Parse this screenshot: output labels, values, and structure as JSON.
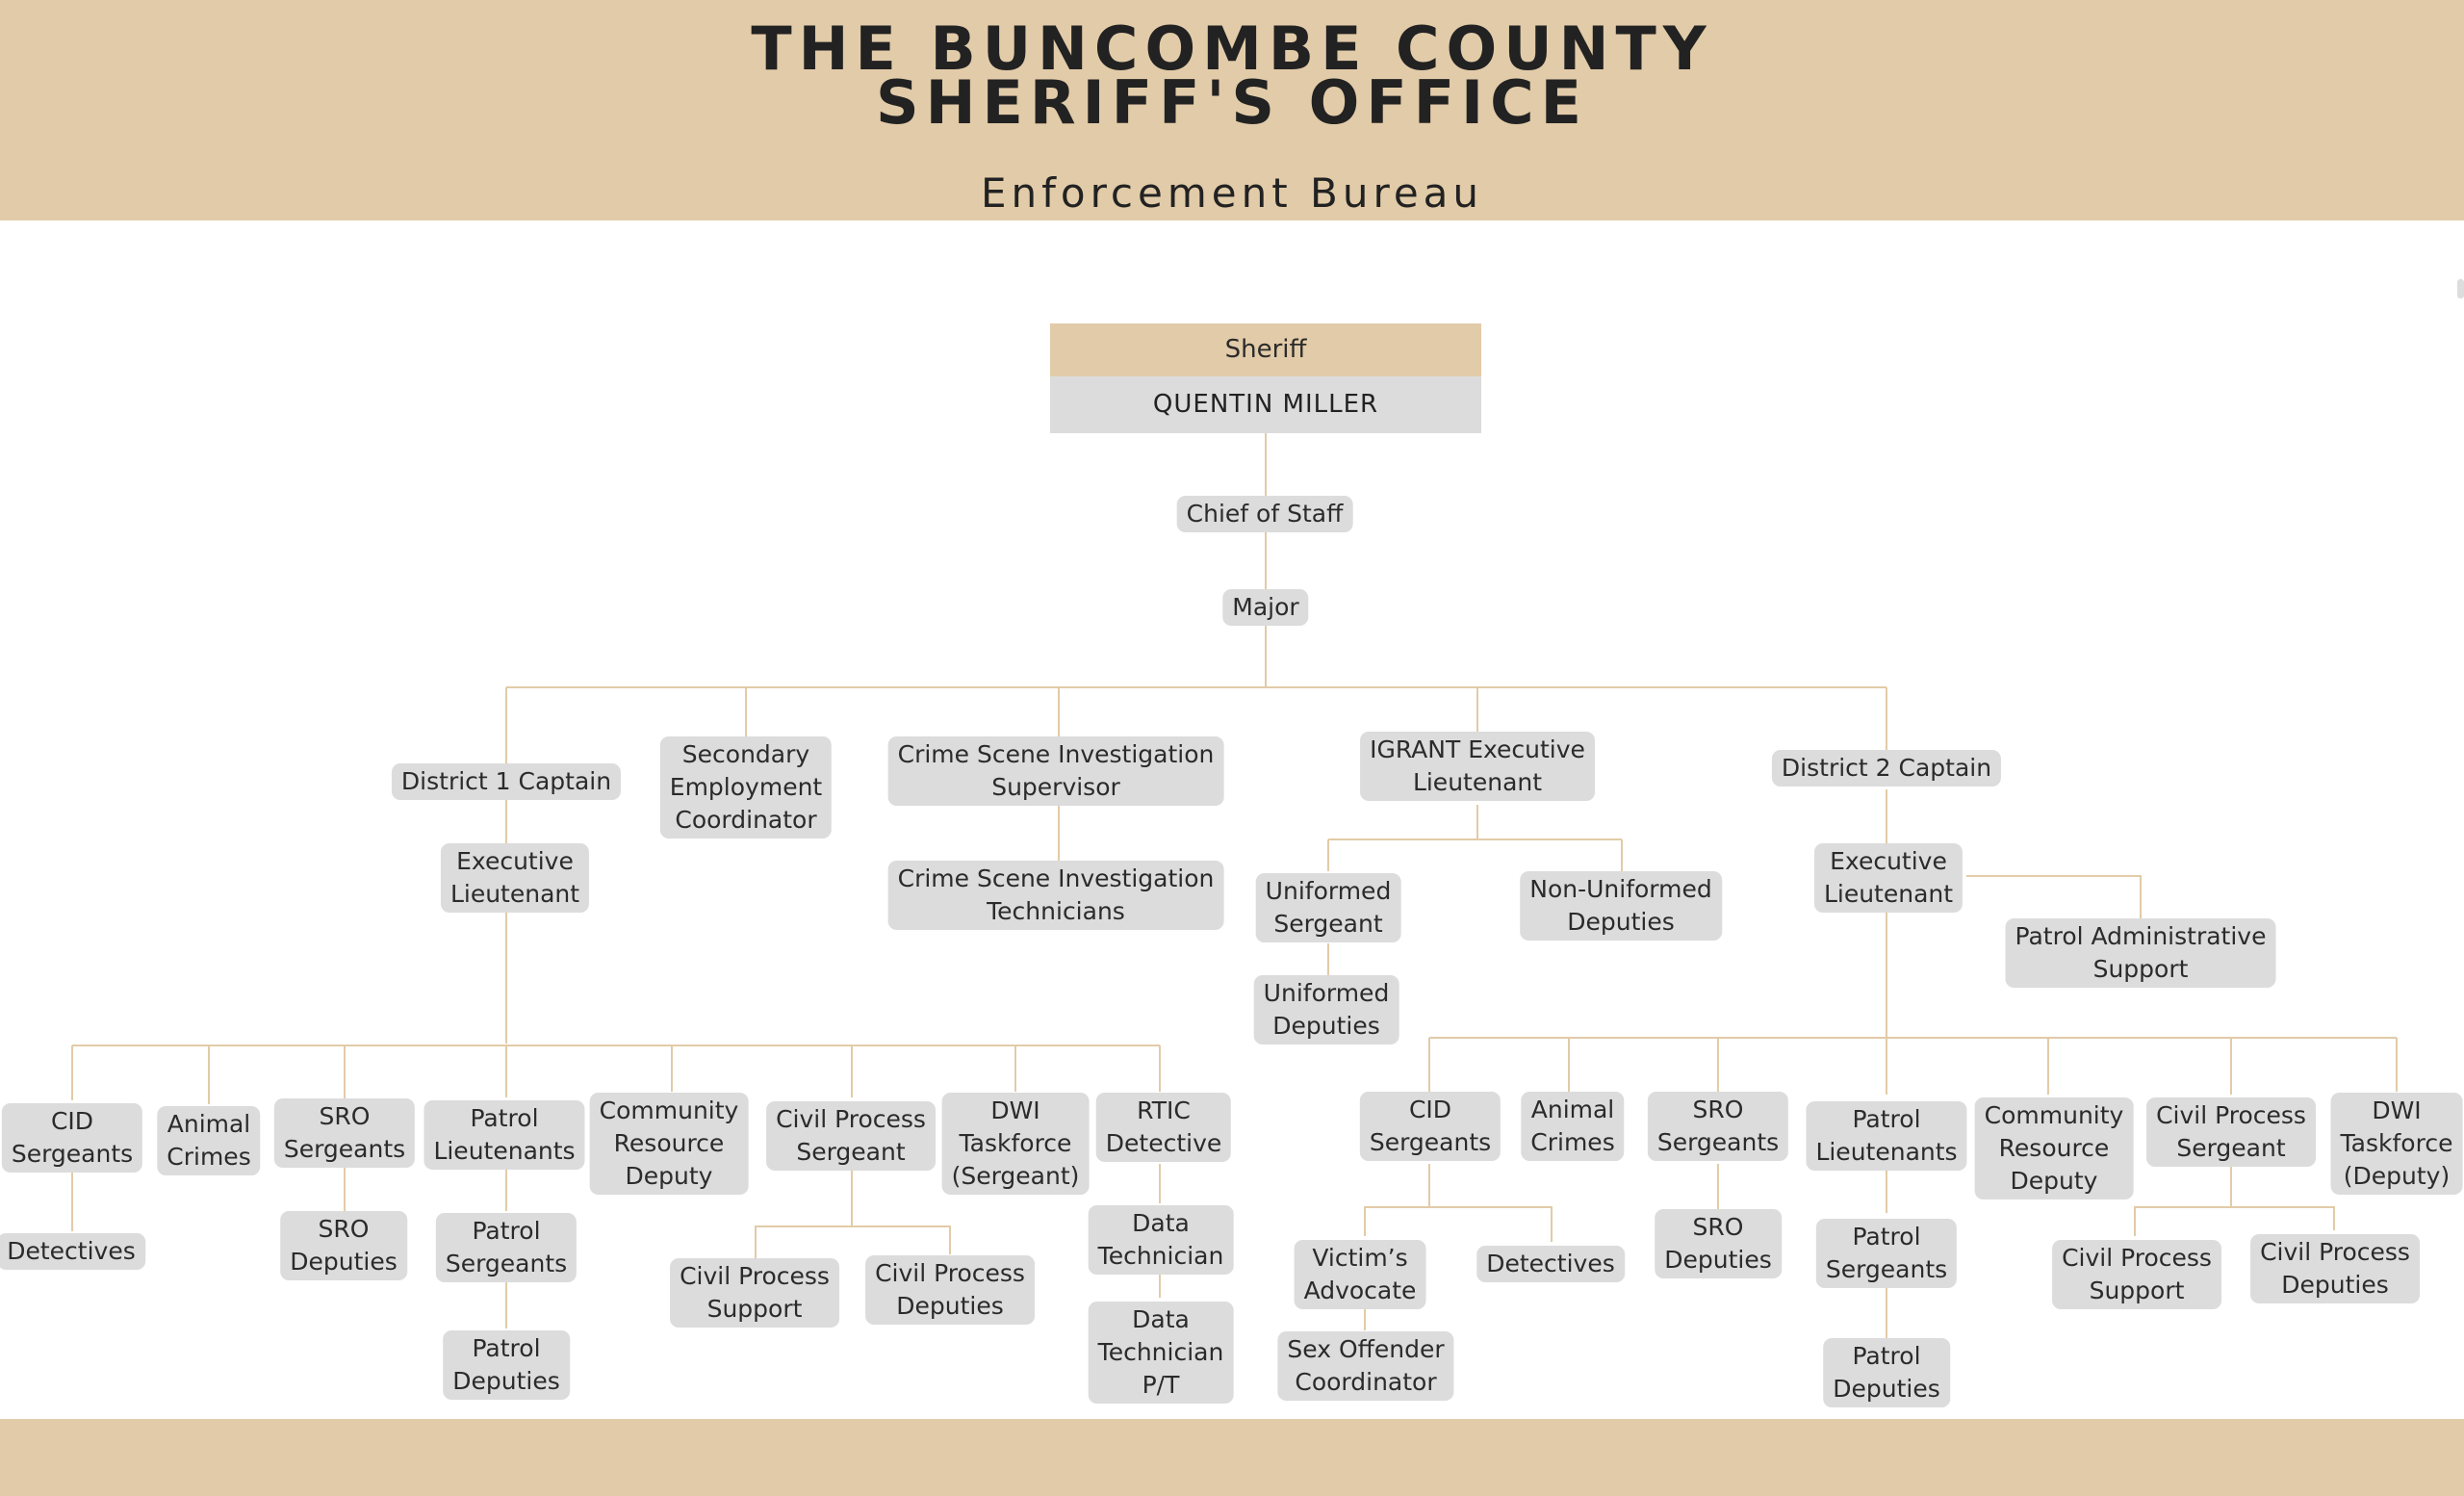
{
  "header": {
    "title_line1": "THE BUNCOMBE COUNTY",
    "title_line2": "SHERIFF'S OFFICE",
    "subtitle": "Enforcement Bureau"
  },
  "top": {
    "role": "Sheriff",
    "name": "QUENTIN MILLER"
  },
  "colors": {
    "banner": "#e2cba8",
    "node_fill": "#dcdcdc",
    "connector": "#e2cba8"
  },
  "nodes": [
    "Chief of Staff",
    "Major",
    "District 1 Captain",
    "Secondary\nEmployment\nCoordinator",
    "Crime Scene Investigation\nSupervisor",
    "Crime Scene Investigation\nTechnicians",
    "IGRANT Executive\nLieutenant",
    "Uniformed\nSergeant",
    "Uniformed\nDeputies",
    "Non-Uniformed\nDeputies",
    "District 2 Captain",
    "Executive\nLieutenant",
    "Executive\nLieutenant",
    "Patrol Administrative\nSupport",
    "CID\nSergeants",
    "Detectives",
    "Animal\nCrimes",
    "SRO\nSergeants",
    "SRO\nDeputies",
    "Patrol\nLieutenants",
    "Patrol\nSergeants",
    "Patrol\nDeputies",
    "Community\nResource\nDeputy",
    "Civil Process\nSergeant",
    "Civil Process\nSupport",
    "Civil Process\nDeputies",
    "DWI\nTaskforce\n(Sergeant)",
    "RTIC\nDetective",
    "Data\nTechnician",
    "Data\nTechnician\nP/T",
    "CID\nSergeants",
    "Victim’s\nAdvocate",
    "Sex Offender\nCoordinator",
    "Detectives",
    "Animal\nCrimes",
    "SRO\nSergeants",
    "SRO\nDeputies",
    "Patrol\nLieutenants",
    "Patrol\nSergeants",
    "Patrol\nDeputies",
    "Community\nResource\nDeputy",
    "Civil Process\nSergeant",
    "Civil Process\nSupport",
    "Civil Process\nDeputies",
    "DWI\nTaskforce\n(Deputy)"
  ]
}
